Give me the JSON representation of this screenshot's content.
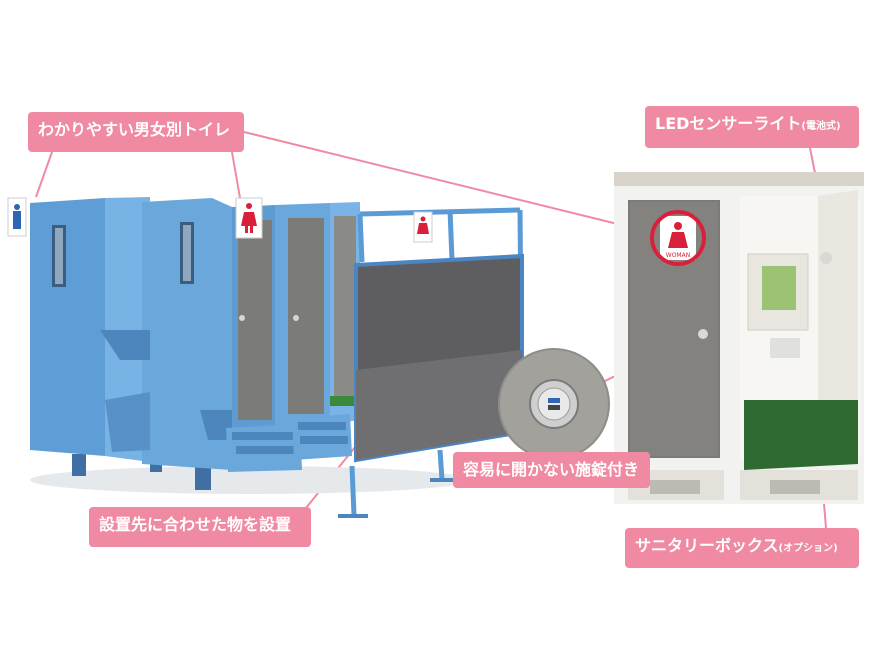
{
  "labels": {
    "gender": "わかりやすい男女別トイレ",
    "led_main": "LEDセンサーライト",
    "led_note": "(電池式)",
    "lock": "容易に開かない施錠付き",
    "install": "設置先に合わせた物を設置",
    "sanitary_main": "サニタリーボックス",
    "sanitary_note": "(オプション)"
  },
  "sign_text": "WOMAN",
  "colors": {
    "callout": "#f08aa2",
    "unit_blue": "#6aa8dc",
    "door_gray": "#7b7b78",
    "panel_gray": "#5e5e60",
    "sign_red": "#d9203b"
  },
  "icons": [
    "man-icon",
    "woman-icon"
  ]
}
